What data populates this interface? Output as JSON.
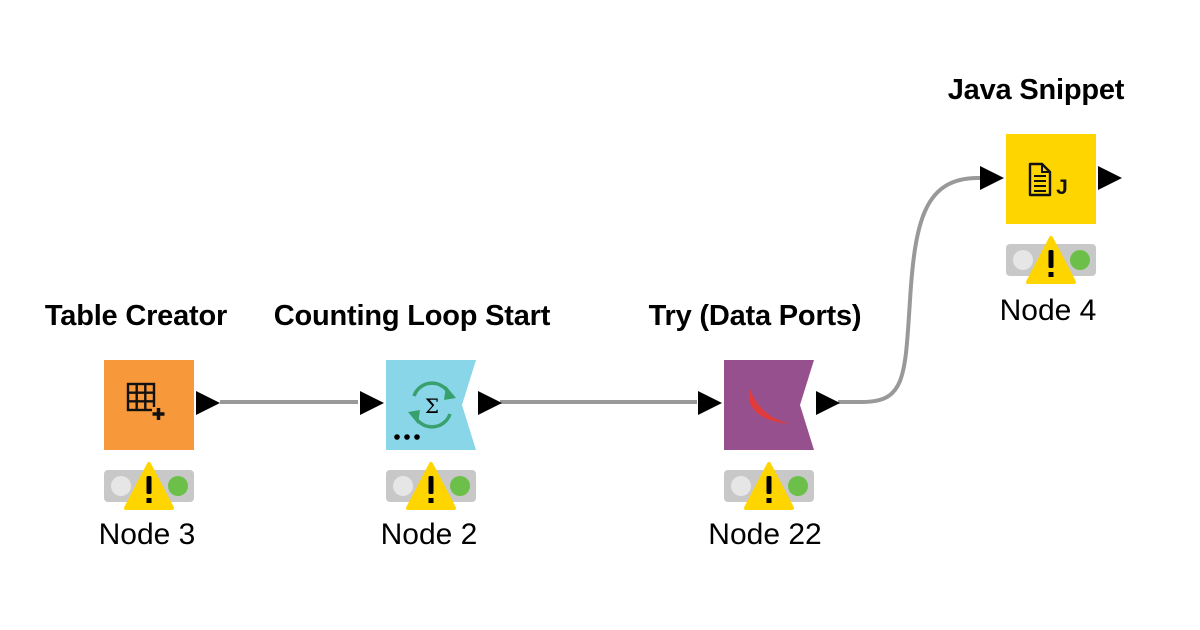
{
  "workflow": {
    "nodes": [
      {
        "id": "node-3",
        "title": "Table Creator",
        "label": "Node 3",
        "kind": "source",
        "color": "#F7993B",
        "icon": "table-plus-icon"
      },
      {
        "id": "node-2",
        "title": "Counting Loop Start",
        "label": "Node 2",
        "kind": "loop",
        "color": "#89D6E8",
        "icon": "loop-sigma-icon"
      },
      {
        "id": "node-22",
        "title": "Try (Data Ports)",
        "label": "Node 22",
        "kind": "try",
        "color": "#96508E",
        "icon": "try-swoosh-icon"
      },
      {
        "id": "node-4",
        "title": "Java Snippet",
        "label": "Node 4",
        "kind": "snippet",
        "color": "#FFD500",
        "icon": "java-snippet-icon"
      }
    ],
    "connections": [
      {
        "from": "node-3",
        "to": "node-2"
      },
      {
        "from": "node-2",
        "to": "node-22"
      },
      {
        "from": "node-22",
        "to": "node-4"
      }
    ],
    "status": {
      "warning_color": "#FFD500",
      "ok_color": "#6CC04A",
      "off_color": "#E6E6E6",
      "panel_color": "#C8C8C8"
    }
  }
}
